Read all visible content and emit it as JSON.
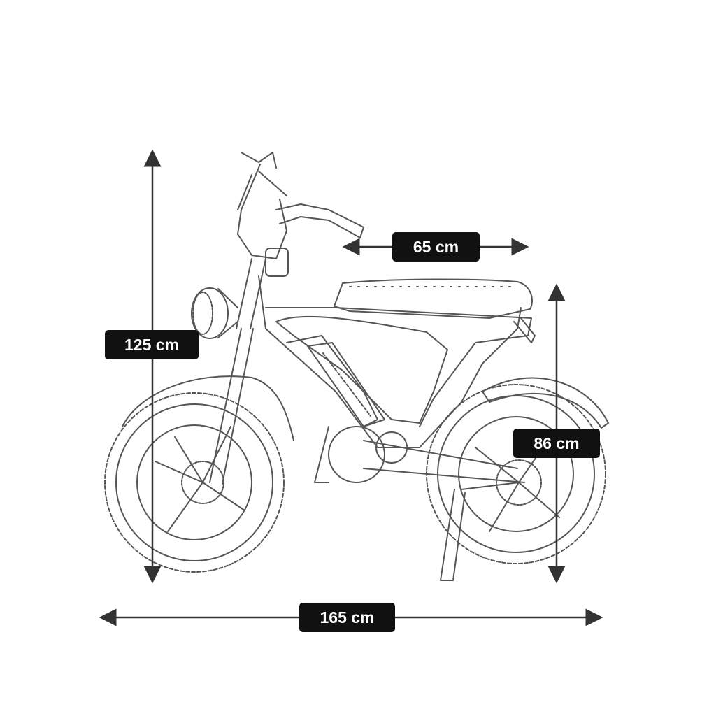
{
  "dimensions": {
    "overall_height": "125 cm",
    "handlebar_width": "65 cm",
    "seat_height": "86 cm",
    "overall_length": "165 cm"
  },
  "colors": {
    "background": "#ffffff",
    "line": "#555555",
    "label_background": "#111111",
    "label_text": "#ffffff"
  }
}
